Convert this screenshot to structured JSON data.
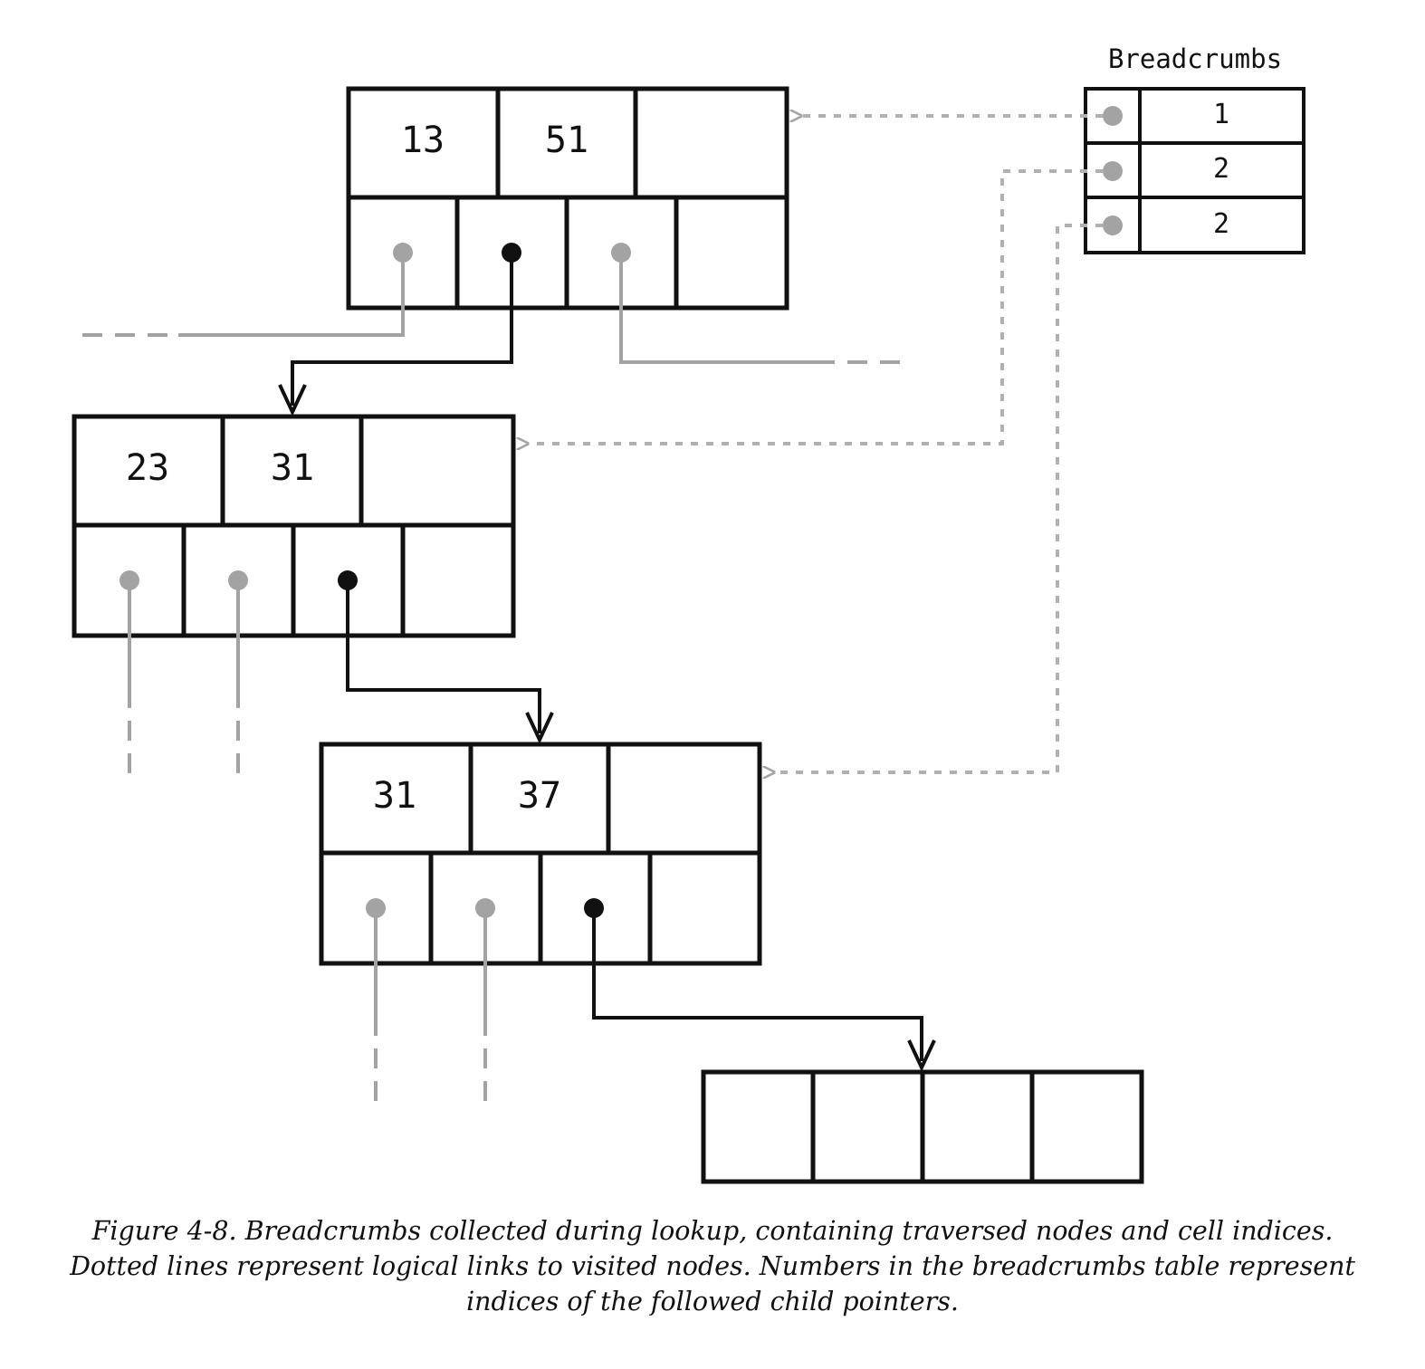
{
  "breadcrumbs": {
    "title": "Breadcrumbs",
    "rows": [
      "1",
      "2",
      "2"
    ]
  },
  "nodes": [
    {
      "keys": [
        "13",
        "51",
        ""
      ]
    },
    {
      "keys": [
        "23",
        "31",
        ""
      ]
    },
    {
      "keys": [
        "31",
        "37",
        ""
      ]
    }
  ],
  "caption": {
    "line1": "Figure 4-8. Breadcrumbs collected during lookup, containing traversed nodes and cell indices.",
    "line2": "Dotted lines represent logical links to visited nodes. Numbers in the breadcrumbs table represent",
    "line3": "indices of the followed child pointers."
  },
  "colors": {
    "stroke": "#111111",
    "gray": "#a3a3a3",
    "dotted": "#b0b0b0"
  }
}
